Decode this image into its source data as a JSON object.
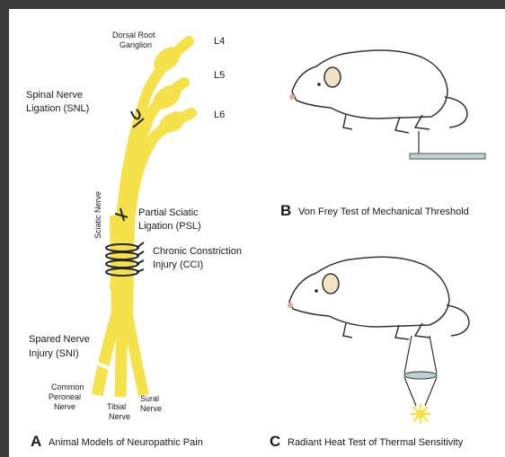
{
  "nerve_labels": {
    "drg": [
      "Dorsal Root",
      "Ganglion"
    ],
    "l4": "L4",
    "l5": "L5",
    "l6": "L6",
    "snl": [
      "Spinal Nerve",
      "Ligation (SNL)"
    ],
    "sciatic": "Sciatic Nerve",
    "psl": [
      "Partial Sciatic",
      "Ligation (PSL)"
    ],
    "cci": [
      "Chronic Constriction",
      "Injury (CCI)"
    ],
    "sni": [
      "Spared Nerve",
      "Injury (SNI)"
    ],
    "peroneal": [
      "Common",
      "Peroneal",
      "Nerve"
    ],
    "tibial": [
      "Tibial",
      "Nerve"
    ],
    "sural": [
      "Sural",
      "Nerve"
    ]
  },
  "captions": {
    "a": {
      "letter": "A",
      "text": "Animal Models of Neuropathic Pain"
    },
    "b": {
      "letter": "B",
      "text": "Von Frey Test of Mechanical Threshold"
    },
    "c": {
      "letter": "C",
      "text": "Radiant Heat Test of Thermal Sensitivity"
    }
  },
  "colors": {
    "nerve": "#f5e14a",
    "nerve_dark": "#e3cc2a",
    "background": "#3a3a3a",
    "filament": "#b9d3d0",
    "heat": "#f7e23a"
  }
}
